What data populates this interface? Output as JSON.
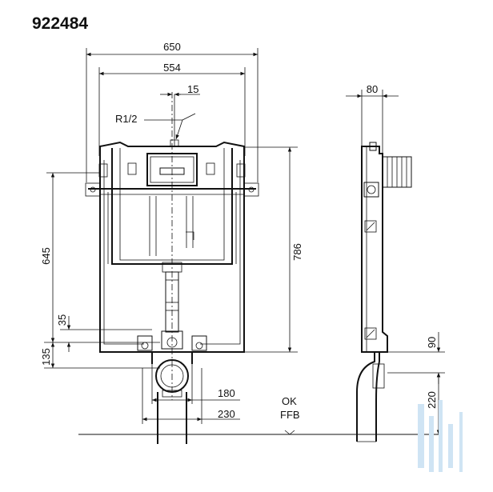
{
  "title": "922484",
  "dimensions": {
    "width_total": "650",
    "width_inner": "554",
    "offset_top": "15",
    "thread": "R1/2",
    "height_total": "786",
    "height_left": "645",
    "dim_35": "35",
    "dim_135": "135",
    "dim_180": "180",
    "dim_230": "230",
    "depth": "80",
    "dim_90": "90",
    "dim_220": "220"
  },
  "floor_label_1": "OK",
  "floor_label_2": "FFB"
}
